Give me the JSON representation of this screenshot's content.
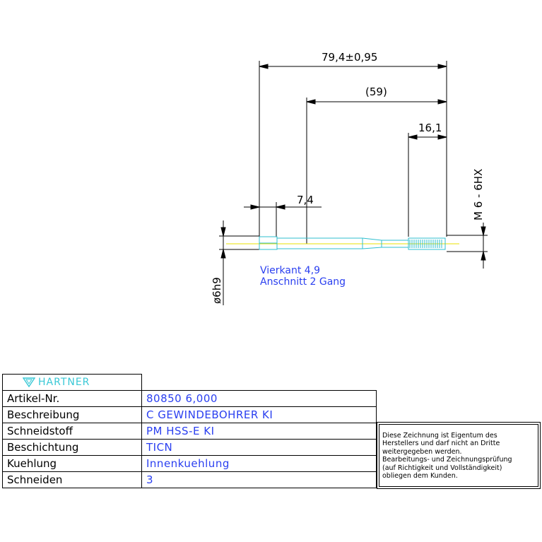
{
  "drawing": {
    "dim_overall": "79,4±0,95",
    "dim_shank": "(59)",
    "dim_thread": "16,1",
    "dim_square": "7,4",
    "thread_spec": "M 6 - 6HX",
    "shank_dia": "ø6h9",
    "note_square": "Vierkant 4,9",
    "note_chamfer": "Anschnitt 2 Gang"
  },
  "table": {
    "brand": "HARTNER",
    "rows": [
      {
        "label": "Artikel-Nr.",
        "value": "80850 6,000"
      },
      {
        "label": "Beschreibung",
        "value": "C GEWINDEBOHRER KI"
      },
      {
        "label": "Schneidstoff",
        "value": "PM HSS-E KI"
      },
      {
        "label": "Beschichtung",
        "value": "TICN"
      },
      {
        "label": "Kuehlung",
        "value": "Innenkuehlung"
      },
      {
        "label": "Schneiden",
        "value": "3"
      }
    ]
  },
  "disclaimer": {
    "line1": "Diese Zeichnung ist Eigentum des",
    "line2": "Herstellers und darf nicht an Dritte",
    "line3": "weitergegeben werden.",
    "line4": "Bearbeitungs- und Zeichnungsprüfung",
    "line5": "(auf Richtigkeit und Vollständigkeit)",
    "line6": "obliegen dem Kunden."
  },
  "colors": {
    "part": "#2fbfcf",
    "centerline": "#e8e000",
    "text_blue": "#2a3ff0",
    "logo": "#39c8d6"
  }
}
